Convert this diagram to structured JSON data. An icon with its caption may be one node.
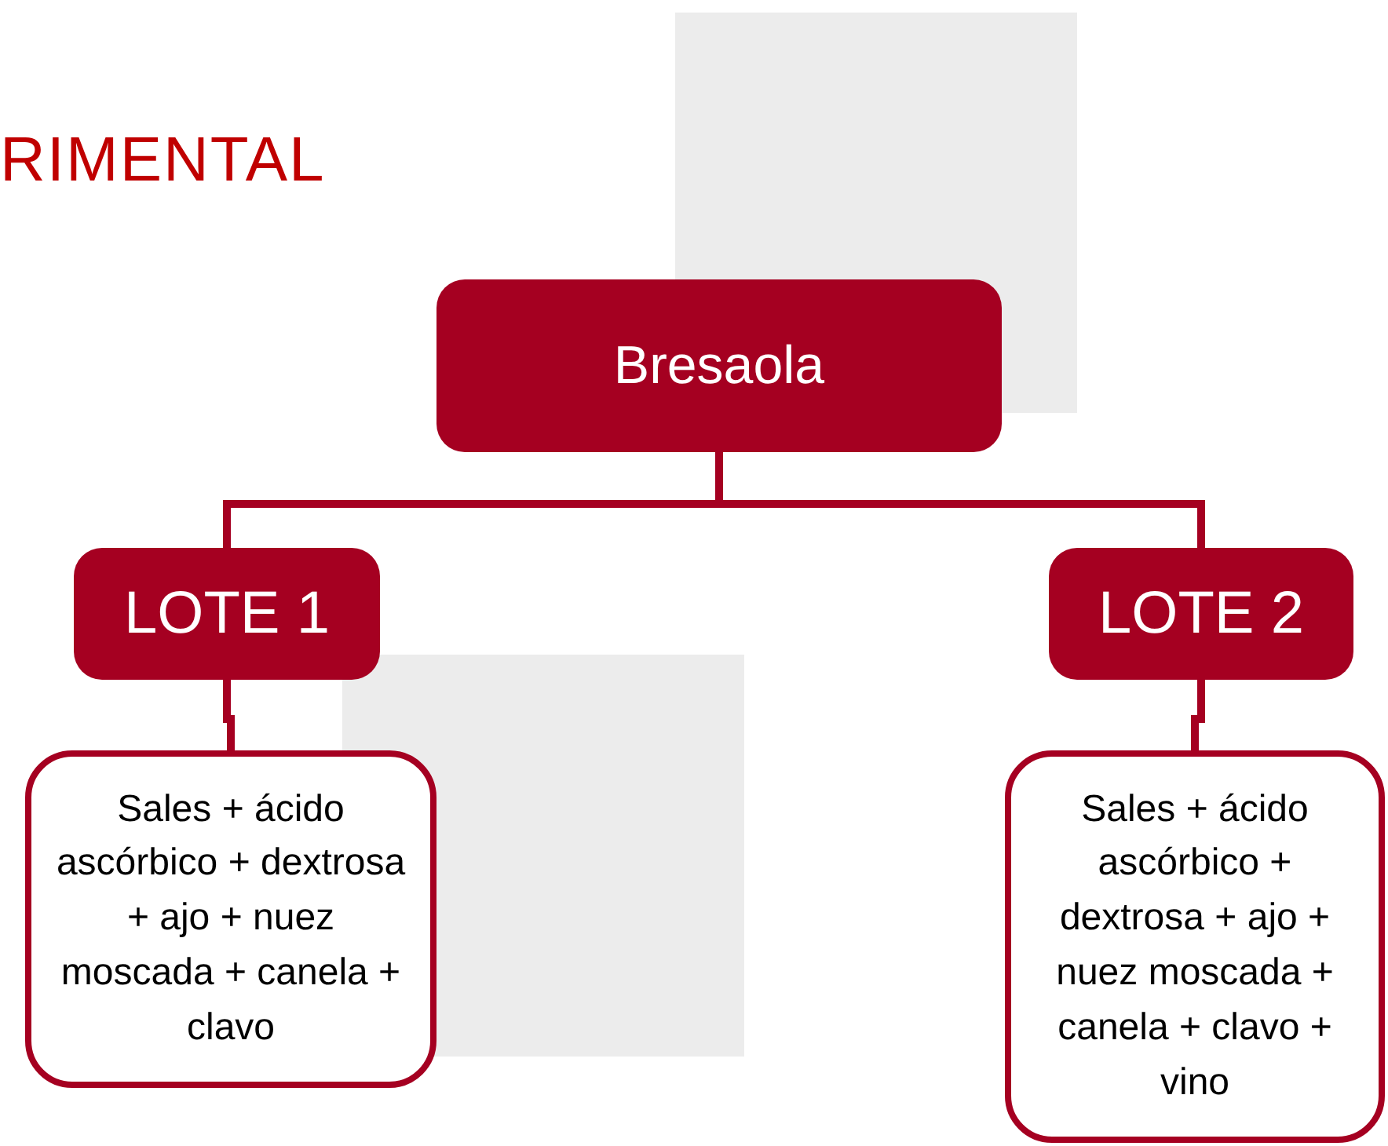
{
  "diagram": {
    "title": "RIMENTAL",
    "nodes": [
      {
        "text": [
          "Bresaola"
        ]
      },
      {
        "text": [
          "LOTE 1"
        ]
      },
      {
        "text": [
          "LOTE 2"
        ]
      },
      {
        "text": [
          "Sales + ácido ascórbico + dextrosa + ajo + nuez moscada + canela + clavo"
        ]
      },
      {
        "text": [
          "Sales + ácido ascórbico + dextrosa + ajo + nuez moscada + canela + clavo + vino"
        ]
      }
    ],
    "edges": [
      {
        "from": 0,
        "to": 1,
        "arrow": "none"
      },
      {
        "from": 0,
        "to": 2,
        "arrow": "none"
      },
      {
        "from": 1,
        "to": 3,
        "arrow": "none"
      },
      {
        "from": 2,
        "to": 4,
        "arrow": "none"
      }
    ]
  }
}
